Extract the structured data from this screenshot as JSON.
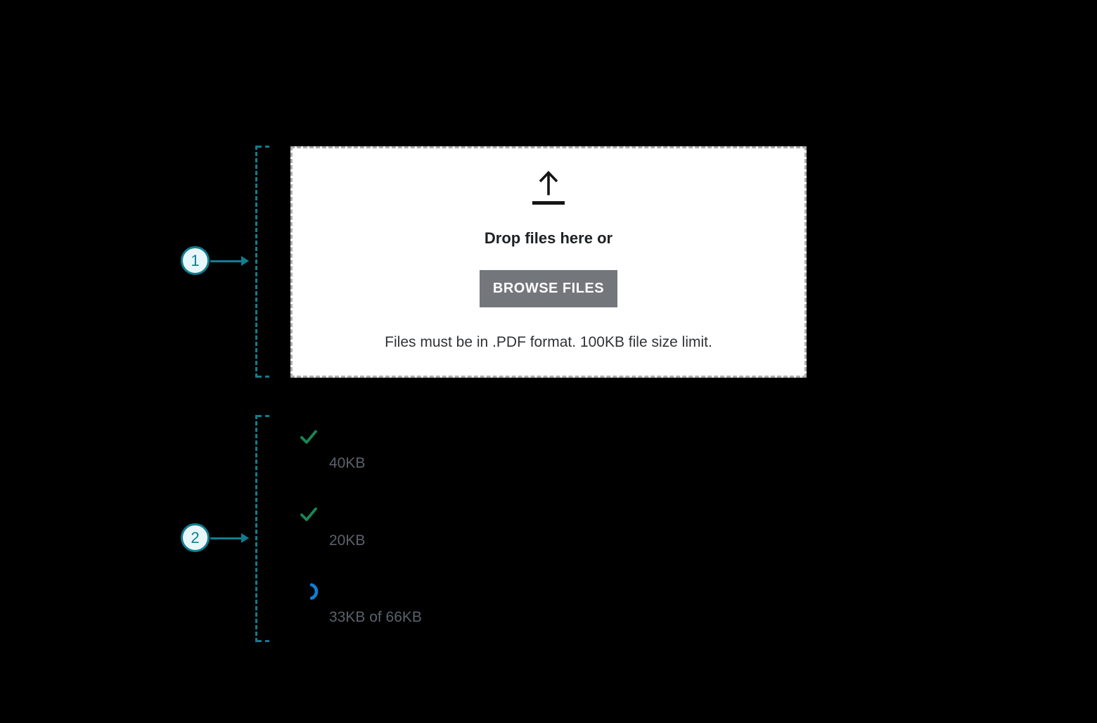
{
  "canvas": {
    "background": "#000000"
  },
  "callouts": [
    {
      "number": "1"
    },
    {
      "number": "2"
    }
  ],
  "dropzone": {
    "title": "Drop files here or",
    "browse_button_label": "BROWSE FILES",
    "hint": "Files must be in .PDF format. 100KB file size limit."
  },
  "uploads": [
    {
      "status": "complete",
      "icon": "check-icon",
      "size_label": "40KB"
    },
    {
      "status": "complete",
      "icon": "check-icon",
      "size_label": "20KB"
    },
    {
      "status": "uploading",
      "icon": "spinner-icon",
      "size_label": "33KB of 66KB"
    }
  ],
  "colors": {
    "accent_teal": "#0F7E8F",
    "success_green": "#188754",
    "progress_blue": "#127ED3",
    "button_gray": "#73767B",
    "muted_text_gray": "#5B616B",
    "dropzone_border_gray": "#AAACAE"
  }
}
